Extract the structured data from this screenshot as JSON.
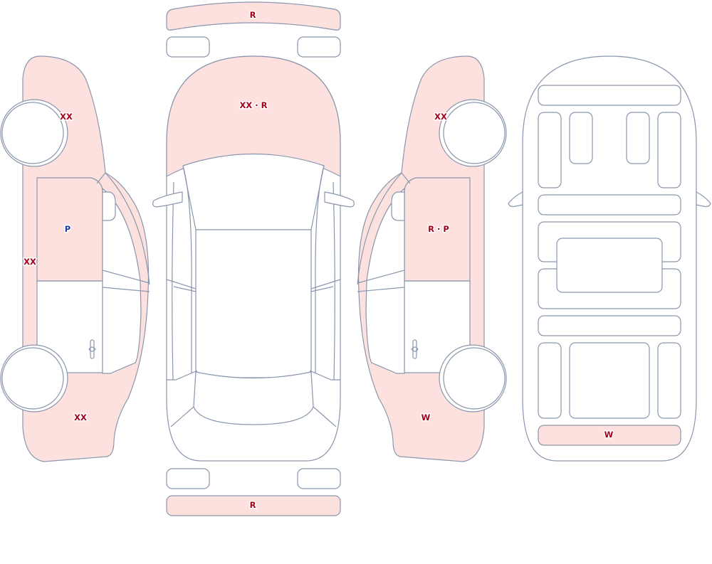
{
  "colors": {
    "panel_outline": "#8a96ad",
    "damaged_fill": "#fde1df",
    "code_red": "#a3001b",
    "code_blue": "#1a3aa8"
  },
  "labels": {
    "front_bumper": "R",
    "hood": "XX · R",
    "rear_bumper": "R",
    "left_front_fender": "XX",
    "left_front_door": "P",
    "left_rocker": "XX",
    "left_rear_quarter": "XX",
    "right_front_fender": "XX",
    "right_front_door": "R · P",
    "right_rear_quarter": "W",
    "underbody_rear": "W"
  }
}
